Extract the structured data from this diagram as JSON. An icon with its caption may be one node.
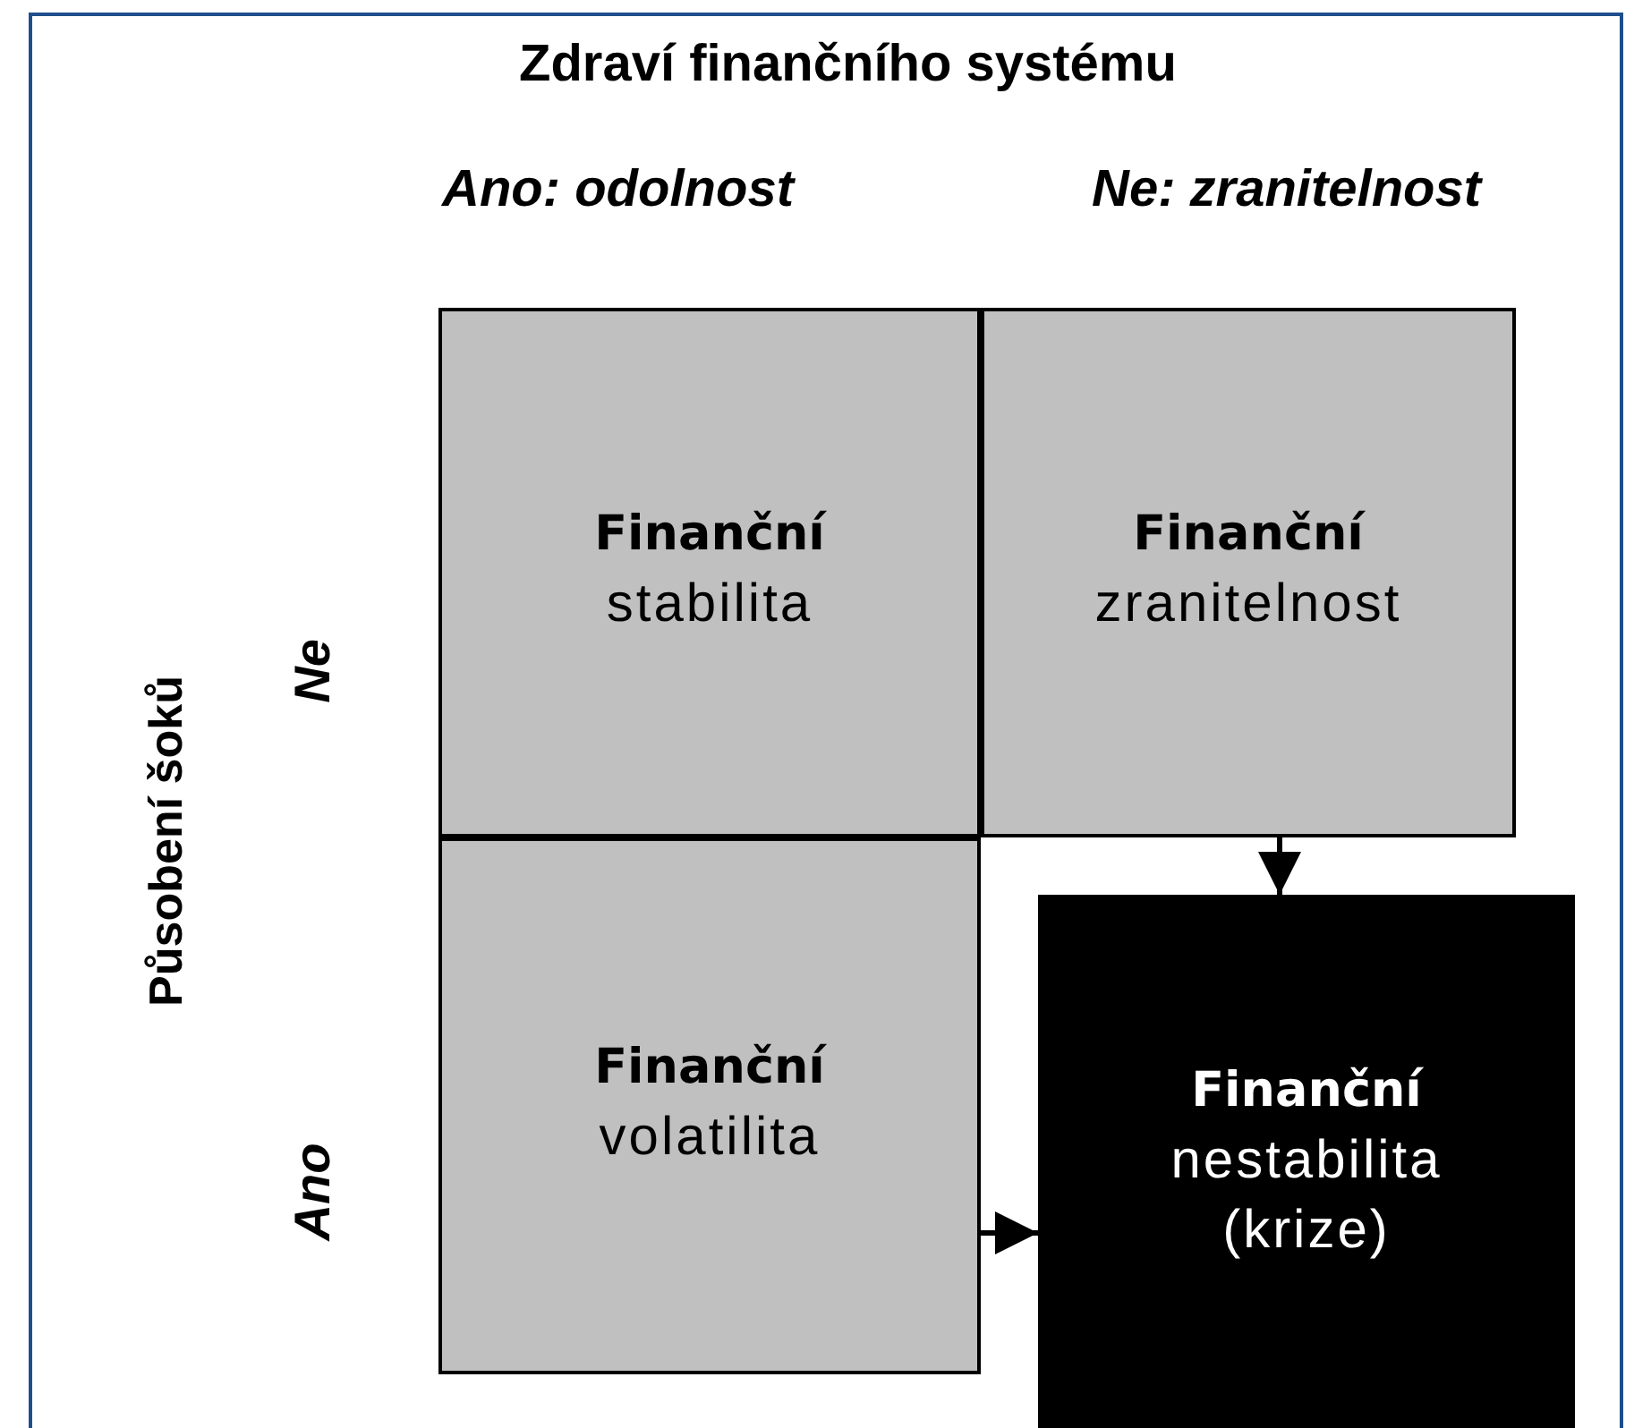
{
  "diagram": {
    "title": "Zdraví finančního systému",
    "nodes": [
      {
        "text": [
          "Finanční",
          "stabilita"
        ]
      },
      {
        "text": [
          "Finanční",
          "zranitelnost"
        ]
      },
      {
        "text": [
          "Finanční",
          "volatilita"
        ]
      },
      {
        "text": [
          "Finanční",
          "nestabilita (krize)"
        ]
      }
    ],
    "edges": [
      {
        "from": 1,
        "to": 3,
        "arrow": "to"
      },
      {
        "from": 2,
        "to": 3,
        "arrow": "to"
      }
    ],
    "labels": [
      "Ano: odolnost",
      "Ne: zranitelnost",
      "Působení šoků",
      "Ne",
      "Ano"
    ]
  }
}
